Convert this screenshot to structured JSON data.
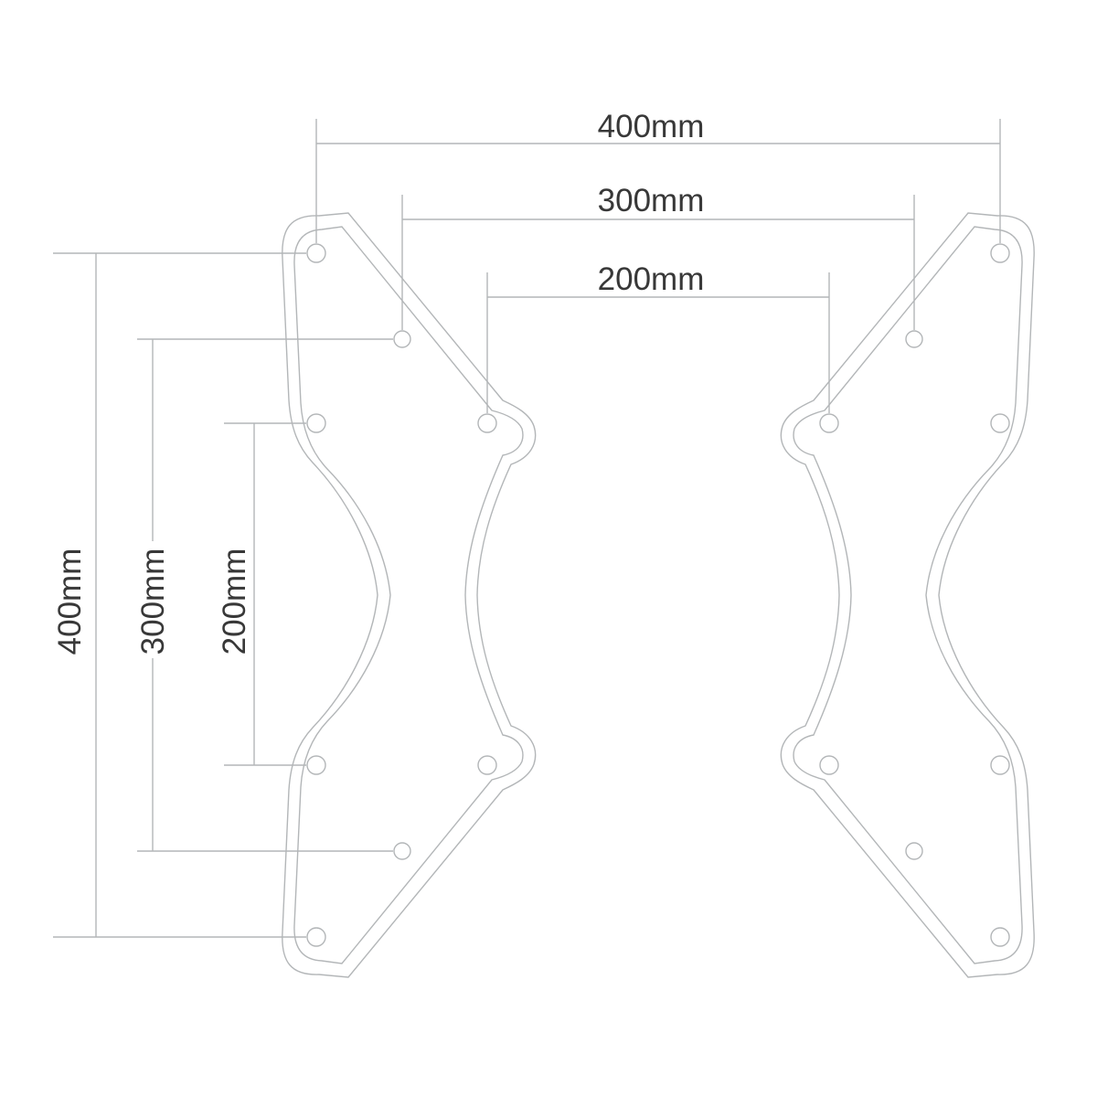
{
  "drawing": {
    "title": "VESA adapter bracket plates dimension drawing",
    "plates": {
      "left": "bracket-plate-left",
      "right": "bracket-plate-right",
      "holes_per_plate": 8
    },
    "dimensions": {
      "horizontal": [
        {
          "id": "h400",
          "label": "400mm"
        },
        {
          "id": "h300",
          "label": "300mm"
        },
        {
          "id": "h200",
          "label": "200mm"
        }
      ],
      "vertical": [
        {
          "id": "v400",
          "label": "400mm"
        },
        {
          "id": "v300",
          "label": "300mm"
        },
        {
          "id": "v200",
          "label": "200mm"
        }
      ]
    },
    "colors": {
      "line": "#b3b6b8",
      "text": "#383838",
      "background": "#ffffff"
    }
  }
}
